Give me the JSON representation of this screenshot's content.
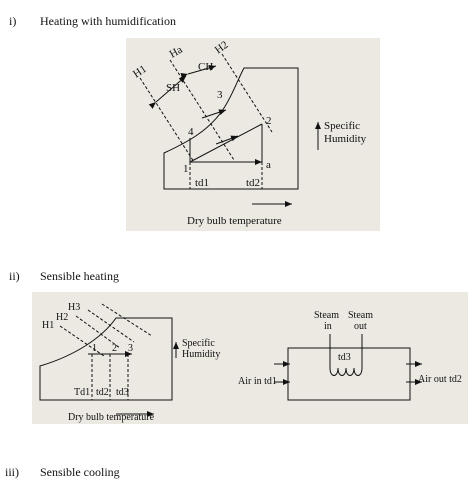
{
  "sections": [
    {
      "number": "i)",
      "title": "Heating with humidification"
    },
    {
      "number": "ii)",
      "title": "Sensible heating"
    },
    {
      "number": "iii)",
      "title": "Sensible cooling"
    }
  ],
  "figure1": {
    "lines": {
      "h1": "H1",
      "ha": "Ha",
      "h2": "H2",
      "sh": "SH",
      "ch": "CH"
    },
    "points": {
      "p1": "1",
      "p2": "2",
      "p3": "3",
      "p4": "4",
      "pa": "a"
    },
    "dry_bulb": {
      "td1": "td1",
      "td2": "td2"
    },
    "axis_y": {
      "line1": "Specific",
      "line2": "Humidity"
    },
    "axis_x": "Dry bulb temperature"
  },
  "figure2": {
    "lines": {
      "h1": "H1",
      "h2": "H2",
      "h3": "H3"
    },
    "points": {
      "p1": "1",
      "p2": "2",
      "p3": "3"
    },
    "dry_bulb": {
      "td1": "Td1",
      "td2": "td2",
      "td3": "td3"
    },
    "axis_y": {
      "line1": "Specific",
      "line2": "Humidity"
    },
    "axis_x": "Dry bulb temperature",
    "duct": {
      "steam_in_1": "Steam",
      "steam_in_2": "in",
      "steam_out_1": "Steam",
      "steam_out_2": "out",
      "td3": "td3",
      "air_in": "Air in td1",
      "air_out": "Air out td2"
    }
  }
}
